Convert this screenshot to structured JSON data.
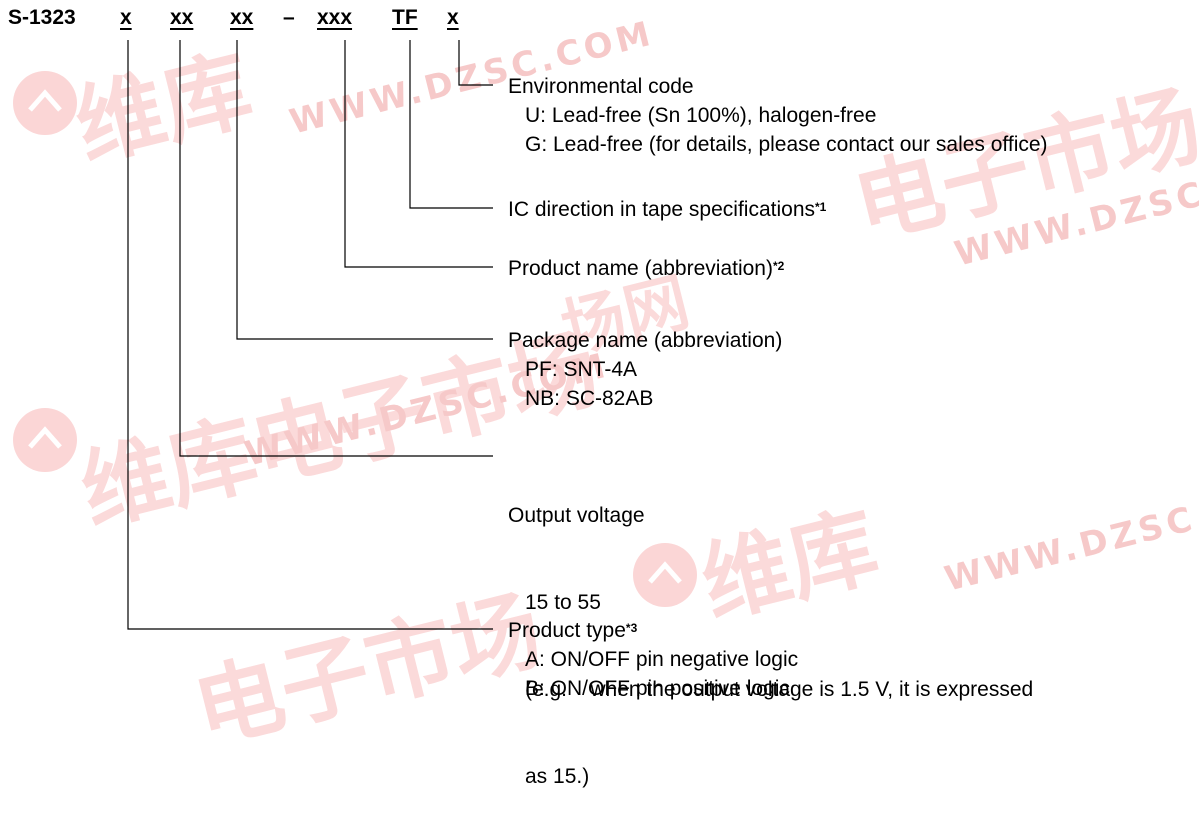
{
  "code": {
    "prefix": "S-1323",
    "parts": [
      "x",
      "xx",
      "xx",
      "–",
      "xxx",
      "TF",
      "x"
    ]
  },
  "watermark": {
    "url": "WWW.DZSC.COM",
    "logo": "维库电子市场网"
  },
  "descriptions": {
    "environmental": {
      "title": "Environmental code",
      "items": [
        "U: Lead-free (Sn 100%), halogen-free",
        "G: Lead-free (for details, please contact our sales office)"
      ]
    },
    "ic_direction": {
      "title": "IC direction in tape specifications",
      "note": "*1"
    },
    "product_name": {
      "title": "Product name (abbreviation)",
      "note": "*2"
    },
    "package": {
      "title": "Package name (abbreviation)",
      "items": [
        "PF: SNT-4A",
        "NB: SC-82AB"
      ]
    },
    "output_voltage": {
      "title": "Output voltage",
      "items": [
        "15 to 55",
        "(e.g.    when the output voltage is 1.5 V, it is expressed",
        "as 15.)"
      ]
    },
    "product_type": {
      "title": "Product type",
      "note": "*3",
      "items": [
        "A: ON/OFF pin negative logic",
        "B: ON/OFF pin positive logic"
      ]
    }
  },
  "colors": {
    "watermark": "#f4c4c4",
    "line": "#000000"
  }
}
